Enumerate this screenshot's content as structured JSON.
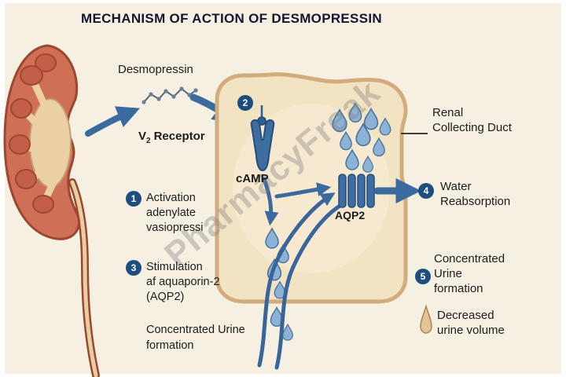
{
  "title": "MECHANISM OF ACTION OF DESMOPRESSIN",
  "watermark": "PharmacyFreak",
  "labels": {
    "desmopressin": "Desmopressin",
    "v2_v": "V",
    "v2_sub": "2",
    "v2_rest": "Receptor",
    "camp": "cAMP",
    "aqp2": "AQP2",
    "renal_collecting_duct": "Renal\nCollecting Duct",
    "concentrated_urine_bottom": "Concentrated Urine\nformation",
    "decreased_urine_volume": "Decreased\nurine volume"
  },
  "steps": [
    {
      "num": "1",
      "text": "Activation\nadenylate\nvasiopressi"
    },
    {
      "num": "2",
      "text": ""
    },
    {
      "num": "3",
      "text": "Stimulation\naf aquaporin-2\n(AQP2)"
    },
    {
      "num": "4",
      "text": "Water\nReabsorption"
    },
    {
      "num": "5",
      "text": "Concentrated\nUrine\nformation"
    }
  ],
  "colors": {
    "accent_blue": "#3a6a9e",
    "badge_blue": "#1e4e7e",
    "cell_fill": "#f2e3c2",
    "cell_border": "#d2ac7c",
    "kidney_coral": "#ce6f56",
    "droplet_blue": "#8cb3d6"
  }
}
